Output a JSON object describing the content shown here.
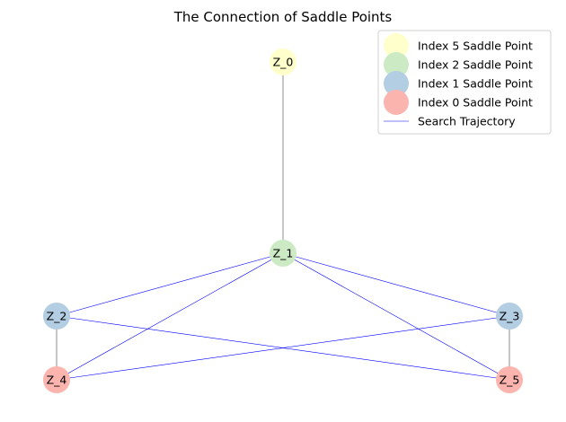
{
  "title": "The Connection of Saddle Points",
  "colors": {
    "index5": "#ffffcc",
    "index2": "#ccebc5",
    "index1": "#b3cde3",
    "index0": "#fbb4ae",
    "grey_edge": "#808080",
    "trajectory": "#0000ff"
  },
  "legend": [
    {
      "label": "Index 5 Saddle Point",
      "kind": "marker",
      "color": "#ffffcc"
    },
    {
      "label": "Index 2 Saddle Point",
      "kind": "marker",
      "color": "#ccebc5"
    },
    {
      "label": "Index 1 Saddle Point",
      "kind": "marker",
      "color": "#b3cde3"
    },
    {
      "label": "Index 0 Saddle Point",
      "kind": "marker",
      "color": "#fbb4ae"
    },
    {
      "label": "Search Trajectory",
      "kind": "line",
      "color": "#0000ff"
    }
  ],
  "nodes": [
    {
      "id": "Z_0",
      "label": "Z_0",
      "index": 5
    },
    {
      "id": "Z_1",
      "label": "Z_1",
      "index": 2
    },
    {
      "id": "Z_2",
      "label": "Z_2",
      "index": 1
    },
    {
      "id": "Z_3",
      "label": "Z_3",
      "index": 1
    },
    {
      "id": "Z_4",
      "label": "Z_4",
      "index": 0
    },
    {
      "id": "Z_5",
      "label": "Z_5",
      "index": 0
    }
  ],
  "edges": [
    {
      "from": "Z_0",
      "to": "Z_1",
      "style": "grey"
    },
    {
      "from": "Z_1",
      "to": "Z_2",
      "style": "trajectory"
    },
    {
      "from": "Z_1",
      "to": "Z_3",
      "style": "trajectory"
    },
    {
      "from": "Z_1",
      "to": "Z_4",
      "style": "trajectory"
    },
    {
      "from": "Z_1",
      "to": "Z_5",
      "style": "trajectory"
    },
    {
      "from": "Z_2",
      "to": "Z_4",
      "style": "grey"
    },
    {
      "from": "Z_2",
      "to": "Z_5",
      "style": "trajectory"
    },
    {
      "from": "Z_3",
      "to": "Z_4",
      "style": "trajectory"
    },
    {
      "from": "Z_3",
      "to": "Z_5",
      "style": "grey"
    }
  ]
}
